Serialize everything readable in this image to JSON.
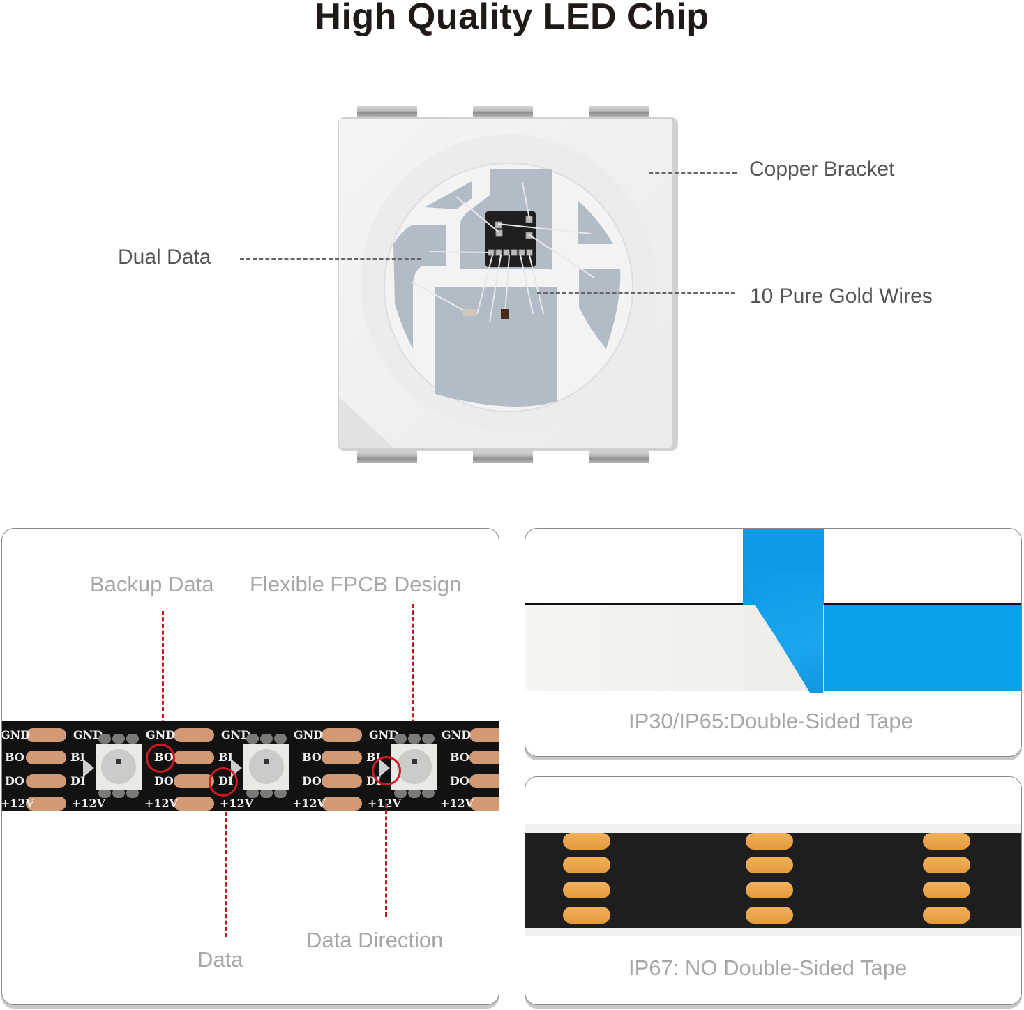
{
  "header": {
    "title": "High Quality LED Chip"
  },
  "chip_callouts": {
    "copper_bracket": "Copper Bracket",
    "dual_data": "Dual Data",
    "gold_wires": "10 Pure Gold Wires"
  },
  "strip_panel": {
    "labels": {
      "backup_data": "Backup Data",
      "flexible_fpcb": "Flexible FPCB Design",
      "data": "Data",
      "data_direction": "Data Direction"
    },
    "pad_labels": [
      "GND",
      "BO",
      "DO",
      "+12V"
    ],
    "input_labels": [
      "GND",
      "BI",
      "DI",
      "+12V"
    ],
    "accent_color": "#c9141c"
  },
  "tape_panels": [
    {
      "caption": "IP30/IP65:Double-Sided Tape",
      "tape_color": "#0a9be3"
    },
    {
      "caption": "IP67: NO Double-Sided Tape",
      "pad_color": "#e9a545"
    }
  ]
}
